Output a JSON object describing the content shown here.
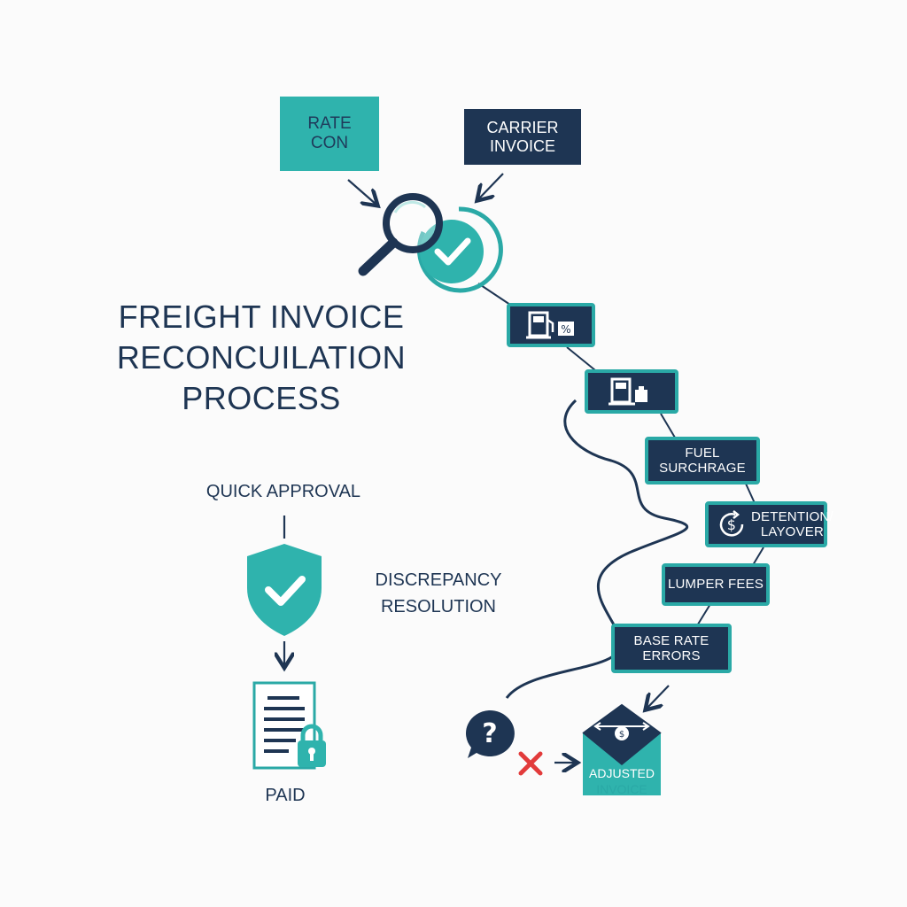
{
  "title": {
    "line1": "FREIGHT INVOICE",
    "line2": "RECONCUILATION",
    "line3": "PROCESS"
  },
  "inputs": {
    "rate_con": {
      "line1": "RATE",
      "line2": "CON"
    },
    "carrier_invoice": {
      "line1": "CARRIER",
      "line2": "INVOICE"
    }
  },
  "steps": {
    "fuel_surcharge": {
      "line1": "FUEL",
      "line2": "SURCHRAGE"
    },
    "detention": {
      "line1": "DETENTION/",
      "line2": "LAYOVER"
    },
    "lumper_fees": {
      "label": "LUMPER FEES"
    },
    "base_rate": {
      "line1": "BASE RATE",
      "line2": "ERRORS"
    }
  },
  "branches": {
    "quick_approval": "QUICK APPROVAL",
    "discrepancy": {
      "line1": "DISCREPANCY",
      "line2": "RESOLUTION"
    },
    "paid": "PAID",
    "adjusted": {
      "line1": "ADJUSTED",
      "line2": "INVOICE"
    }
  },
  "icons": {
    "magnifier": "magnifier-icon",
    "check_circle": "check-circle-icon",
    "fuel_pump_percent": "fuel-pump-percent-icon",
    "fuel_pump_box": "fuel-pump-box-icon",
    "dollar_cycle": "dollar-cycle-icon",
    "shield_check": "shield-check-icon",
    "document_lock": "document-lock-icon",
    "question_bubble": "question-bubble-icon",
    "red_x": "red-x-icon",
    "envelope": "envelope-icon"
  },
  "colors": {
    "navy": "#1e3553",
    "teal": "#2fb3ad",
    "red": "#e23b3b",
    "background": "#fbfbfb"
  }
}
